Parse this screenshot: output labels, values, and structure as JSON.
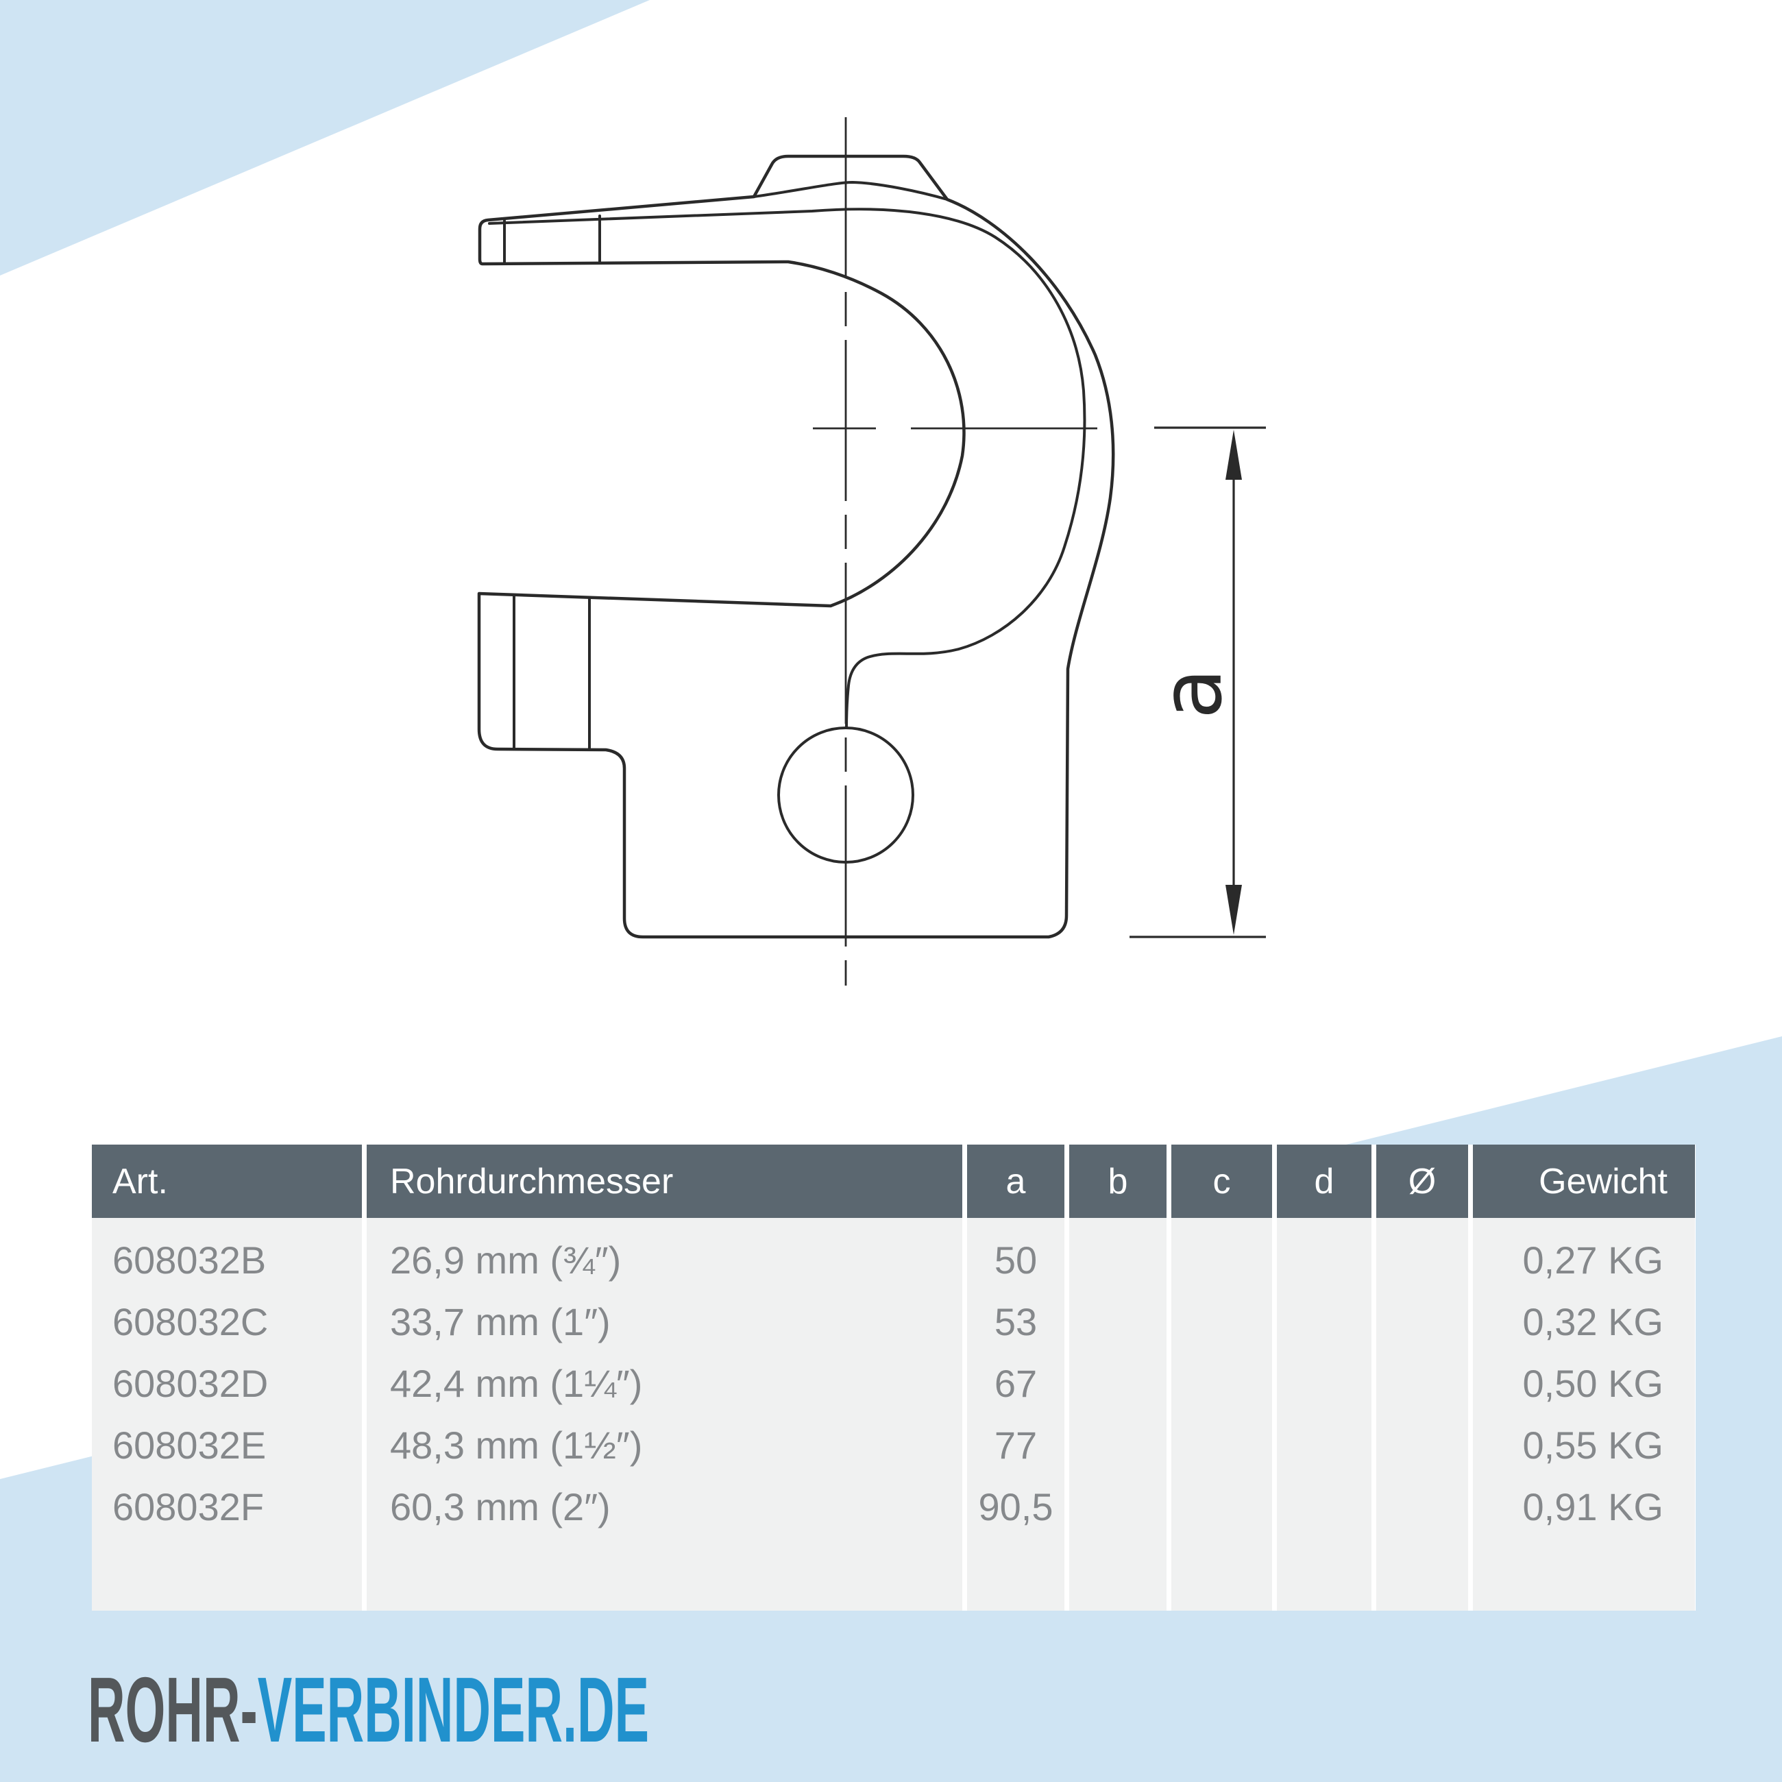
{
  "drawing": {
    "dimension_label": "a"
  },
  "table": {
    "headers": {
      "art": "Art.",
      "diameter": "Rohrdurchmesser",
      "a": "a",
      "b": "b",
      "c": "c",
      "d": "d",
      "dia": "Ø",
      "weight": "Gewicht"
    },
    "rows": [
      {
        "art": "608032B",
        "diameter": "26,9 mm (¾″)",
        "a": "50",
        "b": "",
        "c": "",
        "d": "",
        "dia": "",
        "weight": "0,27 KG"
      },
      {
        "art": "608032C",
        "diameter": "33,7 mm (1″)",
        "a": "53",
        "b": "",
        "c": "",
        "d": "",
        "dia": "",
        "weight": "0,32 KG"
      },
      {
        "art": "608032D",
        "diameter": "42,4 mm (1¼″)",
        "a": "67",
        "b": "",
        "c": "",
        "d": "",
        "dia": "",
        "weight": "0,50 KG"
      },
      {
        "art": "608032E",
        "diameter": "48,3 mm (1½″)",
        "a": "77",
        "b": "",
        "c": "",
        "d": "",
        "dia": "",
        "weight": "0,55 KG"
      },
      {
        "art": "608032F",
        "diameter": "60,3 mm (2″)",
        "a": "90,5",
        "b": "",
        "c": "",
        "d": "",
        "dia": "",
        "weight": "0,91 KG"
      }
    ]
  },
  "logo": {
    "part1": "ROHR-",
    "part2": "VERBINDER.DE"
  },
  "colors": {
    "accent_blue": "#cfe4f3",
    "table_header_bg": "#5b6770",
    "table_header_text": "#ffffff",
    "table_body_bg": "#f0f1f1",
    "table_body_text": "#85888b",
    "logo_gray": "#54585b",
    "logo_blue": "#2191cd",
    "line_color": "#2a2a2a"
  }
}
